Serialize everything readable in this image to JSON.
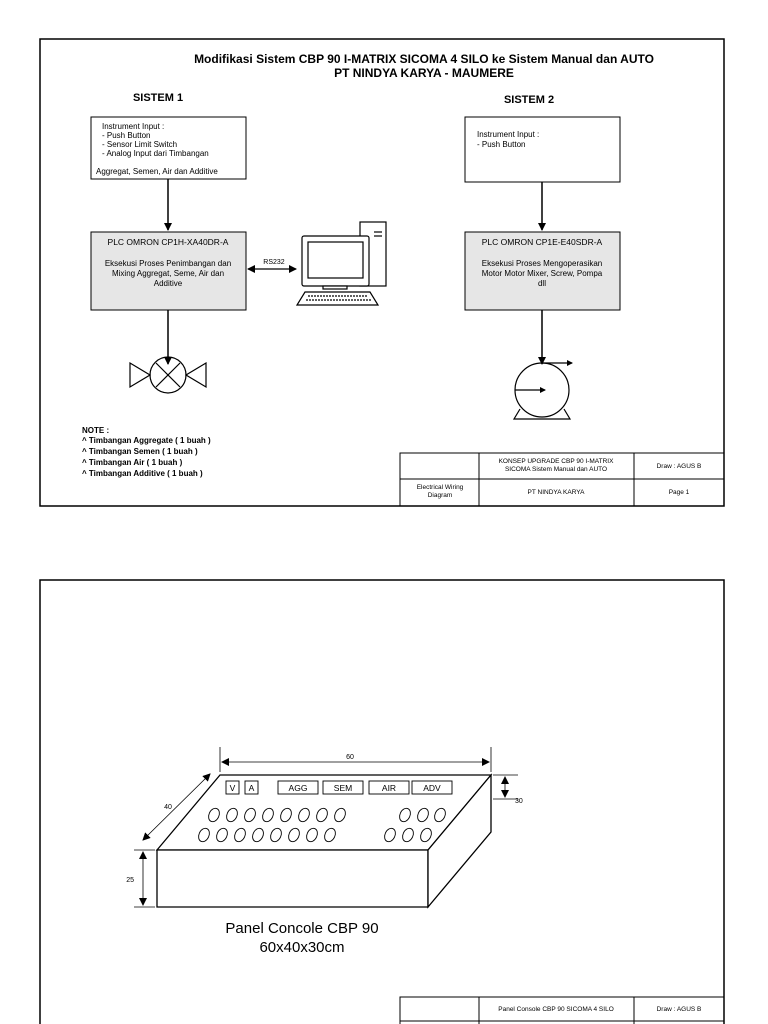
{
  "sheet1": {
    "title_line1": "Modifikasi Sistem CBP 90 I-MATRIX SICOMA 4 SILO ke Sistem Manual dan AUTO",
    "title_line2": "PT NINDYA KARYA - MAUMERE",
    "system1": {
      "heading": "SISTEM 1",
      "input_box": [
        "Instrument Input :",
        "- Push Button",
        "- Sensor Limit Switch",
        "- Analog Input dari Timbangan",
        "Aggregat, Semen, Air dan Additive"
      ],
      "plc_title": "PLC OMRON CP1H-XA40DR-A",
      "plc_desc": [
        "Eksekusi Proses Penimbangan dan",
        "Mixing Aggregat, Seme, Air dan",
        "Additive"
      ],
      "link_label": "RS232"
    },
    "system2": {
      "heading": "SISTEM 2",
      "input_box": [
        "Instrument Input :",
        "- Push Button"
      ],
      "plc_title": "PLC OMRON CP1E-E40SDR-A",
      "plc_desc": [
        "Eksekusi Proses Mengoperasikan",
        "Motor Motor Mixer, Screw, Pompa",
        "dll"
      ]
    },
    "note": {
      "heading": "NOTE :",
      "items": [
        "^ Timbangan Aggregate ( 1 buah )",
        "^ Timbangan Semen ( 1 buah )",
        "^ Timbangan Air ( 1 buah )",
        "^ Timbangan Additive ( 1 buah )"
      ]
    },
    "title_block": {
      "concept": [
        "KONSEP UPGRADE CBP 90 I-MATRIX",
        "SICOMA Sistem Manual dan AUTO"
      ],
      "draw": "Draw : AGUS B",
      "doc_type": [
        "Electrical Wiring",
        "Diagram"
      ],
      "company": "PT NINDYA KARYA",
      "page": "Page 1"
    }
  },
  "sheet2": {
    "panel_buttons": [
      "V",
      "A",
      "AGG",
      "SEM",
      "AIR",
      "ADV"
    ],
    "dim_width": "60",
    "dim_depth": "40",
    "dim_height_right": "30",
    "dim_height_left": "25",
    "caption_line1": "Panel Concole CBP 90",
    "caption_line2": "60x40x30cm",
    "title_block": {
      "concept": "Panel Console CBP 90 SICOMA 4 SILO",
      "draw": "Draw : AGUS B"
    }
  },
  "colors": {
    "box_fill": "#e6e6e6",
    "line": "#000000",
    "page": "#ffffff"
  }
}
